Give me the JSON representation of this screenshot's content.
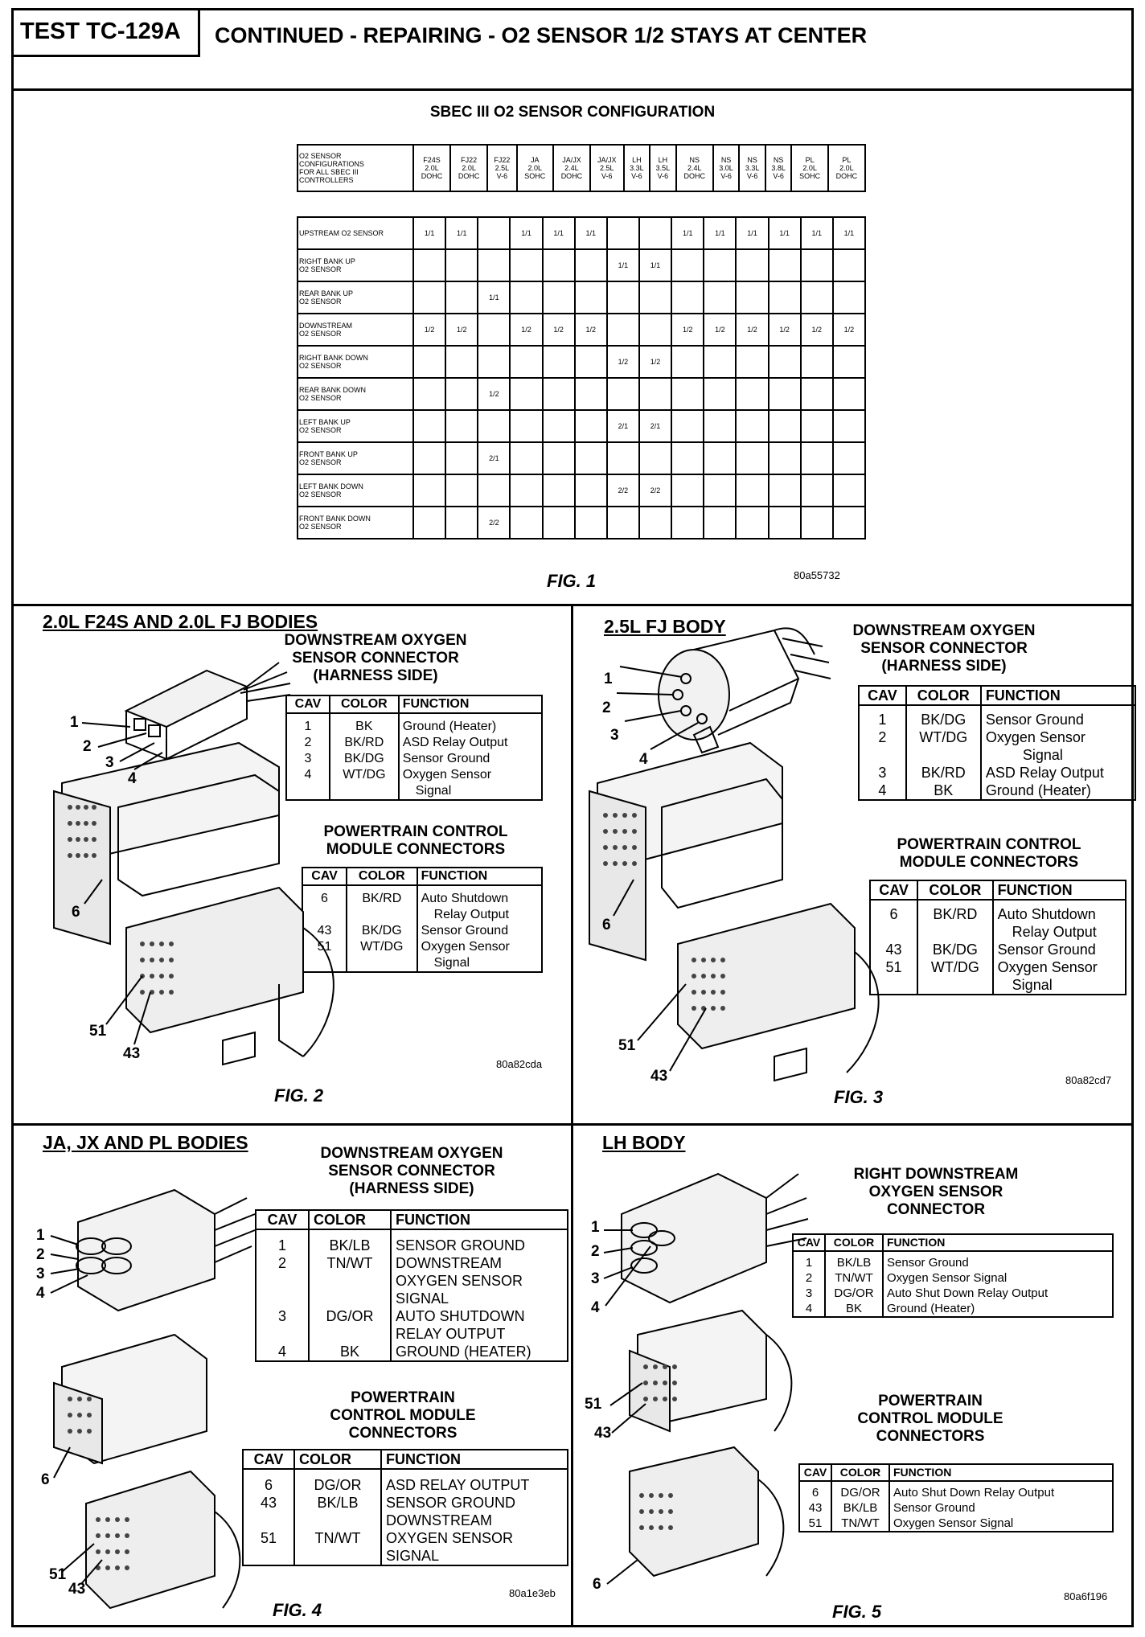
{
  "header": {
    "test_id": "TEST TC-129A",
    "title": "CONTINUED - REPAIRING - O2 SENSOR 1/2 STAYS AT CENTER"
  },
  "fig1": {
    "title": "SBEC III O2 SENSOR CONFIGURATION",
    "corner_lines": [
      "O2 SENSOR",
      "CONFIGURATIONS",
      "FOR ALL SBEC III",
      "CONTROLLERS"
    ],
    "columns": [
      [
        "F24S",
        "2.0L",
        "DOHC"
      ],
      [
        "FJ22",
        "2.0L",
        "DOHC"
      ],
      [
        "FJ22",
        "2.5L",
        "V-6"
      ],
      [
        "JA",
        "2.0L",
        "SOHC"
      ],
      [
        "JA/JX",
        "2.4L",
        "DOHC"
      ],
      [
        "JA/JX",
        "2.5L",
        "V-6"
      ],
      [
        "LH",
        "3.3L",
        "V-6"
      ],
      [
        "LH",
        "3.5L",
        "V-6"
      ],
      [
        "NS",
        "2.4L",
        "DOHC"
      ],
      [
        "NS",
        "3.0L",
        "V-6"
      ],
      [
        "NS",
        "3.3L",
        "V-6"
      ],
      [
        "NS",
        "3.8L",
        "V-6"
      ],
      [
        "PL",
        "2.0L",
        "SOHC"
      ],
      [
        "PL",
        "2.0L",
        "DOHC"
      ]
    ],
    "rows": [
      {
        "label": [
          "UPSTREAM O2 SENSOR"
        ],
        "cells": [
          "1/1",
          "1/1",
          "",
          "1/1",
          "1/1",
          "1/1",
          "",
          "",
          "1/1",
          "1/1",
          "1/1",
          "1/1",
          "1/1",
          "1/1"
        ]
      },
      {
        "label": [
          "RIGHT BANK UP",
          "O2 SENSOR"
        ],
        "cells": [
          "",
          "",
          "",
          "",
          "",
          "",
          "1/1",
          "1/1",
          "",
          "",
          "",
          "",
          "",
          ""
        ]
      },
      {
        "label": [
          "REAR BANK UP",
          "O2 SENSOR"
        ],
        "cells": [
          "",
          "",
          "1/1",
          "",
          "",
          "",
          "",
          "",
          "",
          "",
          "",
          "",
          "",
          ""
        ]
      },
      {
        "label": [
          "DOWNSTREAM",
          "O2 SENSOR"
        ],
        "cells": [
          "1/2",
          "1/2",
          "",
          "1/2",
          "1/2",
          "1/2",
          "",
          "",
          "1/2",
          "1/2",
          "1/2",
          "1/2",
          "1/2",
          "1/2"
        ]
      },
      {
        "label": [
          "RIGHT BANK DOWN",
          "O2 SENSOR"
        ],
        "cells": [
          "",
          "",
          "",
          "",
          "",
          "",
          "1/2",
          "1/2",
          "",
          "",
          "",
          "",
          "",
          ""
        ]
      },
      {
        "label": [
          "REAR BANK DOWN",
          "O2 SENSOR"
        ],
        "cells": [
          "",
          "",
          "1/2",
          "",
          "",
          "",
          "",
          "",
          "",
          "",
          "",
          "",
          "",
          ""
        ]
      },
      {
        "label": [
          "LEFT BANK UP",
          "O2 SENSOR"
        ],
        "cells": [
          "",
          "",
          "",
          "",
          "",
          "",
          "2/1",
          "2/1",
          "",
          "",
          "",
          "",
          "",
          ""
        ]
      },
      {
        "label": [
          "FRONT BANK UP",
          "O2 SENSOR"
        ],
        "cells": [
          "",
          "",
          "2/1",
          "",
          "",
          "",
          "",
          "",
          "",
          "",
          "",
          "",
          "",
          ""
        ]
      },
      {
        "label": [
          "LEFT BANK DOWN",
          "O2 SENSOR"
        ],
        "cells": [
          "",
          "",
          "",
          "",
          "",
          "",
          "2/2",
          "2/2",
          "",
          "",
          "",
          "",
          "",
          ""
        ]
      },
      {
        "label": [
          "FRONT BANK DOWN",
          "O2 SENSOR"
        ],
        "cells": [
          "",
          "",
          "2/2",
          "",
          "",
          "",
          "",
          "",
          "",
          "",
          "",
          "",
          "",
          ""
        ]
      }
    ],
    "caption": "FIG. 1",
    "code": "80a55732"
  },
  "fig2": {
    "title": "2.0L F24S AND 2.0L FJ BODIES",
    "conn_title": [
      "DOWNSTREAM OXYGEN",
      "SENSOR CONNECTOR",
      "(HARNESS SIDE)"
    ],
    "headers": [
      "CAV",
      "COLOR",
      "FUNCTION"
    ],
    "conn_rows": [
      {
        "cav": "1",
        "color": "BK",
        "func": [
          "Ground (Heater)"
        ]
      },
      {
        "cav": "2",
        "color": "BK/RD",
        "func": [
          "ASD Relay Output"
        ]
      },
      {
        "cav": "3",
        "color": "BK/DG",
        "func": [
          "Sensor Ground"
        ]
      },
      {
        "cav": "4",
        "color": "WT/DG",
        "func": [
          "Oxygen Sensor",
          "Signal"
        ]
      }
    ],
    "pcm_title": [
      "POWERTRAIN CONTROL",
      "MODULE CONNECTORS"
    ],
    "pcm_rows": [
      {
        "cav": [
          "6",
          ""
        ],
        "color": [
          "BK/RD",
          ""
        ],
        "func": [
          "Auto Shutdown",
          "Relay Output"
        ]
      },
      {
        "cav": [
          "43",
          "51"
        ],
        "color": [
          "BK/DG",
          "WT/DG"
        ],
        "func": [
          "Sensor Ground",
          "Oxygen Sensor",
          "Signal"
        ]
      }
    ],
    "callouts": {
      "c1": "1",
      "c2": "2",
      "c3": "3",
      "c4": "4",
      "c6": "6",
      "c51": "51",
      "c43": "43"
    },
    "caption": "FIG. 2",
    "code": "80a82cda"
  },
  "fig3": {
    "title": "2.5L FJ BODY",
    "conn_title": [
      "DOWNSTREAM OXYGEN",
      "SENSOR CONNECTOR",
      "(HARNESS SIDE)"
    ],
    "headers": [
      "CAV",
      "COLOR",
      "FUNCTION"
    ],
    "conn_rows": [
      {
        "cav": "1",
        "color": "BK/DG",
        "func": [
          "Sensor Ground"
        ]
      },
      {
        "cav": "2",
        "color": "WT/DG",
        "func": [
          "Oxygen Sensor",
          "Signal"
        ]
      },
      {
        "cav": "3",
        "color": "BK/RD",
        "func": [
          "ASD Relay Output"
        ]
      },
      {
        "cav": "4",
        "color": "BK",
        "func": [
          "Ground (Heater)"
        ]
      }
    ],
    "pcm_title": [
      "POWERTRAIN CONTROL",
      "MODULE CONNECTORS"
    ],
    "pcm_rows": [
      {
        "cav": "6",
        "color": "BK/RD",
        "func": [
          "Auto Shutdown",
          "Relay Output"
        ]
      },
      {
        "cav": "43",
        "color": "BK/DG",
        "func": [
          "Sensor Ground"
        ]
      },
      {
        "cav": "51",
        "color": "WT/DG",
        "func": [
          "Oxygen Sensor",
          "Signal"
        ]
      }
    ],
    "callouts": {
      "c1": "1",
      "c2": "2",
      "c3": "3",
      "c4": "4",
      "c6": "6",
      "c51": "51",
      "c43": "43"
    },
    "caption": "FIG. 3",
    "code": "80a82cd7"
  },
  "fig4": {
    "title": "JA, JX AND PL BODIES",
    "conn_title": [
      "DOWNSTREAM OXYGEN",
      "SENSOR CONNECTOR",
      "(HARNESS SIDE)"
    ],
    "headers": [
      "CAV",
      "COLOR",
      "FUNCTION"
    ],
    "conn_rows": [
      {
        "cav": "1",
        "color": "BK/LB",
        "func": [
          "SENSOR GROUND"
        ]
      },
      {
        "cav": "2",
        "color": "TN/WT",
        "func": [
          "DOWNSTREAM",
          "OXYGEN SENSOR",
          "SIGNAL"
        ]
      },
      {
        "cav": "3",
        "color": "DG/OR",
        "func": [
          "AUTO SHUTDOWN",
          "RELAY OUTPUT"
        ]
      },
      {
        "cav": "4",
        "color": "BK",
        "func": [
          "GROUND (HEATER)"
        ]
      }
    ],
    "pcm_title": [
      "POWERTRAIN",
      "CONTROL MODULE",
      "CONNECTORS"
    ],
    "pcm_rows": [
      {
        "cav": "6",
        "color": "DG/OR",
        "func": [
          "ASD RELAY OUTPUT"
        ]
      },
      {
        "cav": "43",
        "color": "BK/LB",
        "func": [
          "SENSOR GROUND",
          "DOWNSTREAM"
        ]
      },
      {
        "cav": "51",
        "color": "TN/WT",
        "func": [
          "OXYGEN SENSOR",
          "SIGNAL"
        ]
      }
    ],
    "callouts": {
      "c1": "1",
      "c2": "2",
      "c3": "3",
      "c4": "4",
      "c6": "6",
      "c51": "51",
      "c43": "43"
    },
    "caption": "FIG. 4",
    "code": "80a1e3eb"
  },
  "fig5": {
    "title": "LH BODY",
    "conn_title": [
      "RIGHT DOWNSTREAM",
      "OXYGEN SENSOR",
      "CONNECTOR"
    ],
    "headers": [
      "CAV",
      "COLOR",
      "FUNCTION"
    ],
    "conn_rows": [
      {
        "cav": "1",
        "color": "BK/LB",
        "func": [
          "Sensor Ground"
        ]
      },
      {
        "cav": "2",
        "color": "TN/WT",
        "func": [
          "Oxygen Sensor Signal"
        ]
      },
      {
        "cav": "3",
        "color": "DG/OR",
        "func": [
          "Auto Shut Down Relay Output"
        ]
      },
      {
        "cav": "4",
        "color": "BK",
        "func": [
          "Ground (Heater)"
        ]
      }
    ],
    "pcm_title": [
      "POWERTRAIN",
      "CONTROL MODULE",
      "CONNECTORS"
    ],
    "pcm_rows": [
      {
        "cav": "6",
        "color": "DG/OR",
        "func": [
          "Auto Shut Down Relay Output"
        ]
      },
      {
        "cav": "43",
        "color": "BK/LB",
        "func": [
          "Sensor Ground"
        ]
      },
      {
        "cav": "51",
        "color": "TN/WT",
        "func": [
          "Oxygen Sensor Signal"
        ]
      }
    ],
    "callouts": {
      "c1": "1",
      "c2": "2",
      "c3": "3",
      "c4": "4",
      "c51": "51",
      "c43": "43",
      "c6": "6"
    },
    "caption": "FIG. 5",
    "code": "80a6f196"
  }
}
